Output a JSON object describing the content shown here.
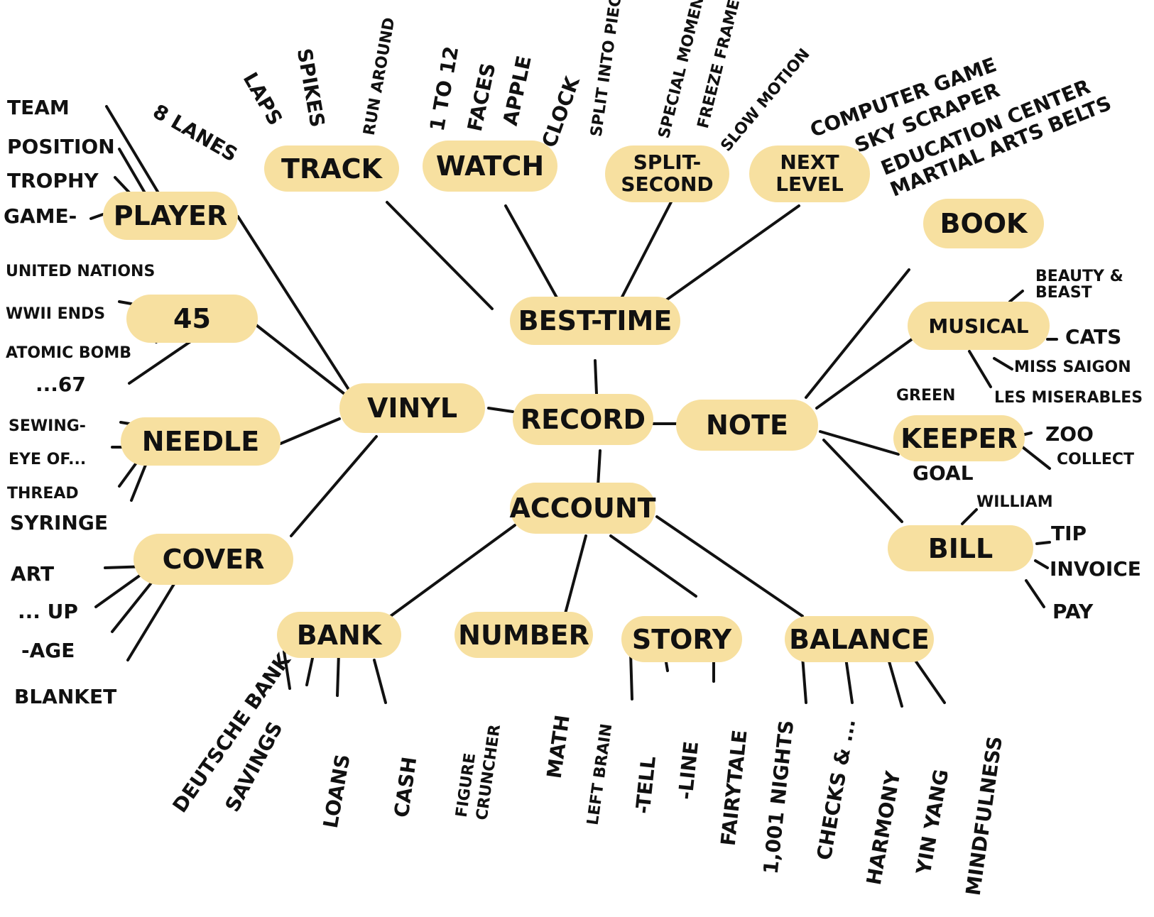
{
  "nodes": {
    "record": "RECORD",
    "best_time": "BEST-TIME",
    "vinyl": "VINYL",
    "note": "NOTE",
    "account": "ACCOUNT",
    "track": "TRACK",
    "watch": "WATCH",
    "split_second": "SPLIT-SECOND",
    "next_level": "NEXT LEVEL",
    "player": "PLAYER",
    "forty_five": "45",
    "needle": "NEEDLE",
    "cover": "COVER",
    "book": "BOOK",
    "musical": "MUSICAL",
    "keeper": "KEEPER",
    "bill": "BILL",
    "bank": "BANK",
    "number": "NUMBER",
    "story": "STORY",
    "balance": "BALANCE"
  },
  "leaves": {
    "track": [
      "8 LANES",
      "LAPS",
      "SPIKES",
      "RUN AROUND"
    ],
    "watch": [
      "1 TO 12",
      "FACES",
      "APPLE",
      "CLOCK"
    ],
    "split_second": [
      "SPLIT INTO PIECES",
      "SPECIAL MOMENT",
      "FREEZE FRAME",
      "SLOW MOTION"
    ],
    "next_level": [
      "COMPUTER GAME",
      "SKY SCRAPER",
      "EDUCATION CENTER",
      "MARTIAL ARTS BELTS"
    ],
    "player": [
      "TEAM",
      "POSITION",
      "TROPHY",
      "GAME-"
    ],
    "forty_five": [
      "UNITED NATIONS",
      "WWII ENDS",
      "ATOMIC BOMB",
      "...67"
    ],
    "needle": [
      "SEWING-",
      "EYE OF...",
      "THREAD",
      "SYRINGE"
    ],
    "cover": [
      "ART",
      "... UP",
      "-AGE",
      "BLANKET"
    ],
    "musical": [
      "BEAUTY & BEAST",
      "CATS",
      "MISS SAIGON",
      "LES MISERABLES"
    ],
    "keeper": [
      "GREEN",
      "GOAL",
      "ZOO",
      "COLLECT"
    ],
    "bill": [
      "WILLIAM",
      "TIP",
      "INVOICE",
      "PAY"
    ],
    "bank": [
      "DEUTSCHE BANK",
      "SAVINGS",
      "LOANS",
      "CASH"
    ],
    "number": [
      "FIGURE CRUNCHER",
      "MATH",
      "LEFT BRAIN"
    ],
    "story": [
      "-TELL",
      "-LINE",
      "FAIRYTALE",
      "1,001 NIGHTS"
    ],
    "balance": [
      "CHECKS & ...",
      "HARMONY",
      "YIN YANG",
      "MINDFULNESS"
    ]
  }
}
